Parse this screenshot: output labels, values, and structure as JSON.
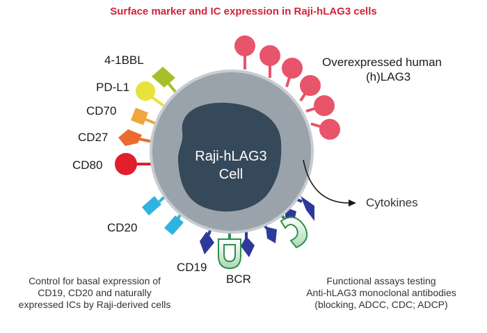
{
  "title": "Surface marker and IC expression in Raji-hLAG3 cells",
  "cell": {
    "line1": "Raji-hLAG3",
    "line2": "Cell"
  },
  "markers": {
    "m1": "4-1BBL",
    "m2": "PD-L1",
    "m3": "CD70",
    "m4": "CD27",
    "m5": "CD80",
    "m6": "CD20",
    "m7": "CD19",
    "m8": "BCR"
  },
  "lag3_label": {
    "line1": "Overexpressed human",
    "line2": "(h)LAG3"
  },
  "cytokines": "Cytokines",
  "left_note": [
    "Control for basal expression of",
    "CD19, CD20 and naturally",
    "expressed ICs by Raji-derived cells"
  ],
  "right_note": [
    "Functional assays testing",
    "Anti-hLAG3 monoclonal antibodies",
    "(blocking, ADCC, CDC; ADCP)"
  ],
  "colors": {
    "title": "#d0223a",
    "cell_outer": "#9aa3ab",
    "nucleus": "#36495a",
    "lag3": "#e8546a",
    "m1": "#a5c02b",
    "m2": "#e8e23a",
    "m3": "#f0a63c",
    "m4": "#ec6a2c",
    "m5": "#e01e2c",
    "m6": "#2fb2e0",
    "m7": "#2d3a99",
    "antibody": "#2f8c4c"
  }
}
